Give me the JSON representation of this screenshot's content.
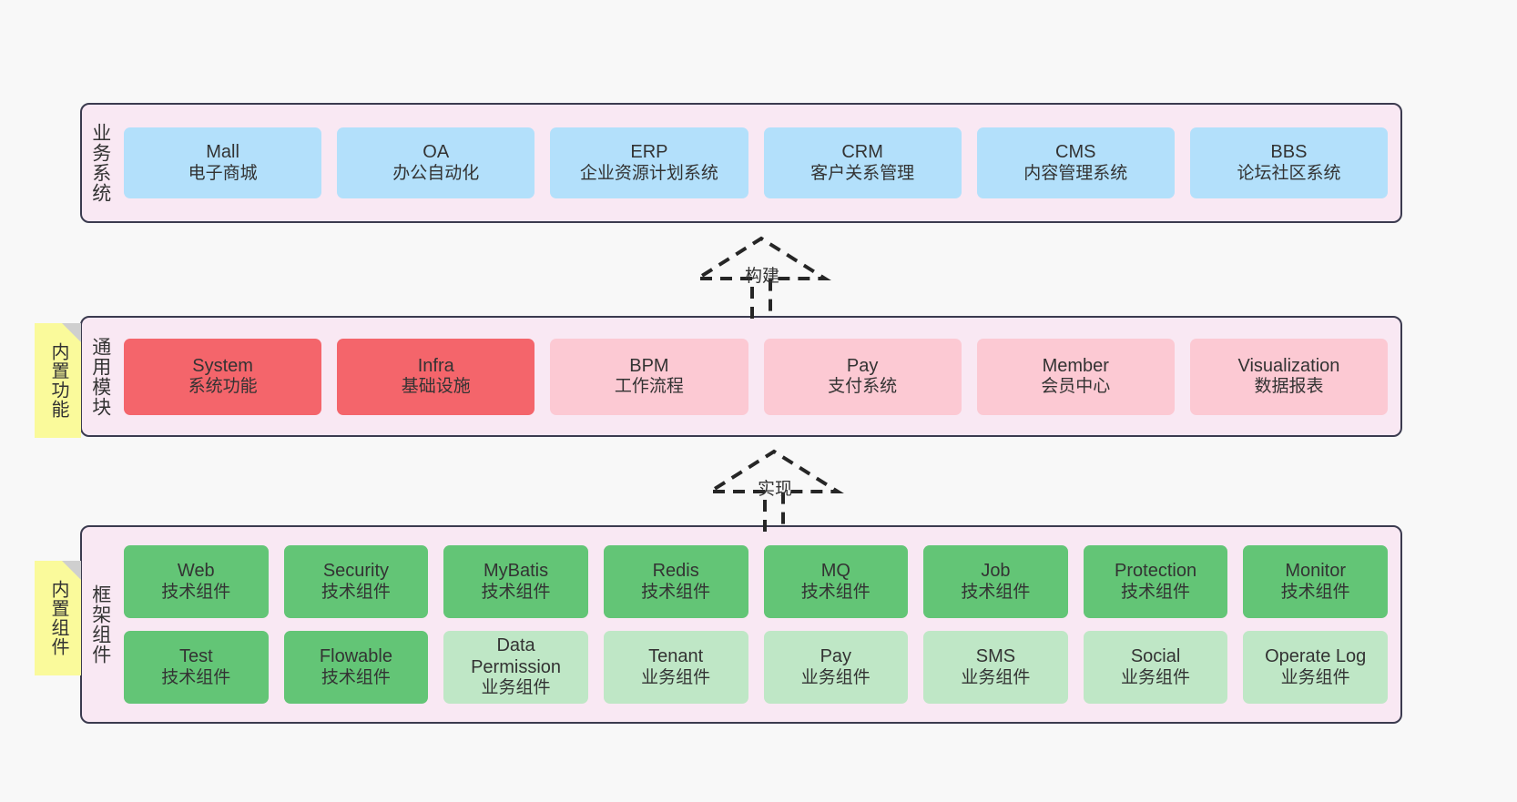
{
  "diagram": {
    "background": "#f8f8f8",
    "layer_bg": "#f9e8f3",
    "layer_border": "#3b3b4f",
    "note_bg": "#fafa9b",
    "colors": {
      "business": "#b3e0fb",
      "module_core": "#f4656b",
      "module_other": "#fcc9d3",
      "tech_component": "#63c576",
      "biz_component": "#bfe7c6"
    }
  },
  "layers": {
    "business": {
      "title": "业务系统",
      "items": [
        {
          "name": "Mall",
          "desc": "电子商城"
        },
        {
          "name": "OA",
          "desc": "办公自动化"
        },
        {
          "name": "ERP",
          "desc": "企业资源计划系统"
        },
        {
          "name": "CRM",
          "desc": "客户关系管理"
        },
        {
          "name": "CMS",
          "desc": "内容管理系统"
        },
        {
          "name": "BBS",
          "desc": "论坛社区系统"
        }
      ]
    },
    "module": {
      "title": "通用模块",
      "note": "内置功能",
      "items": [
        {
          "name": "System",
          "desc": "系统功能",
          "style": "core"
        },
        {
          "name": "Infra",
          "desc": "基础设施",
          "style": "core"
        },
        {
          "name": "BPM",
          "desc": "工作流程",
          "style": "other"
        },
        {
          "name": "Pay",
          "desc": "支付系统",
          "style": "other"
        },
        {
          "name": "Member",
          "desc": "会员中心",
          "style": "other"
        },
        {
          "name": "Visualization",
          "desc": "数据报表",
          "style": "other"
        }
      ]
    },
    "framework": {
      "title": "框架组件",
      "note": "内置组件",
      "row1": [
        {
          "name": "Web",
          "desc": "技术组件"
        },
        {
          "name": "Security",
          "desc": "技术组件"
        },
        {
          "name": "MyBatis",
          "desc": "技术组件"
        },
        {
          "name": "Redis",
          "desc": "技术组件"
        },
        {
          "name": "MQ",
          "desc": "技术组件"
        },
        {
          "name": "Job",
          "desc": "技术组件"
        },
        {
          "name": "Protection",
          "desc": "技术组件"
        },
        {
          "name": "Monitor",
          "desc": "技术组件"
        }
      ],
      "row2": [
        {
          "name": "Test",
          "desc": "技术组件",
          "style": "tech"
        },
        {
          "name": "Flowable",
          "desc": "技术组件",
          "style": "tech"
        },
        {
          "name": "Data Permission",
          "desc": "业务组件",
          "style": "biz"
        },
        {
          "name": "Tenant",
          "desc": "业务组件",
          "style": "biz"
        },
        {
          "name": "Pay",
          "desc": "业务组件",
          "style": "biz"
        },
        {
          "name": "SMS",
          "desc": "业务组件",
          "style": "biz"
        },
        {
          "name": "Social",
          "desc": "业务组件",
          "style": "biz"
        },
        {
          "name": "Operate Log",
          "desc": "业务组件",
          "style": "biz"
        }
      ]
    }
  },
  "connectors": [
    {
      "label": "构建",
      "direction": "up"
    },
    {
      "label": "实现",
      "direction": "up"
    }
  ]
}
